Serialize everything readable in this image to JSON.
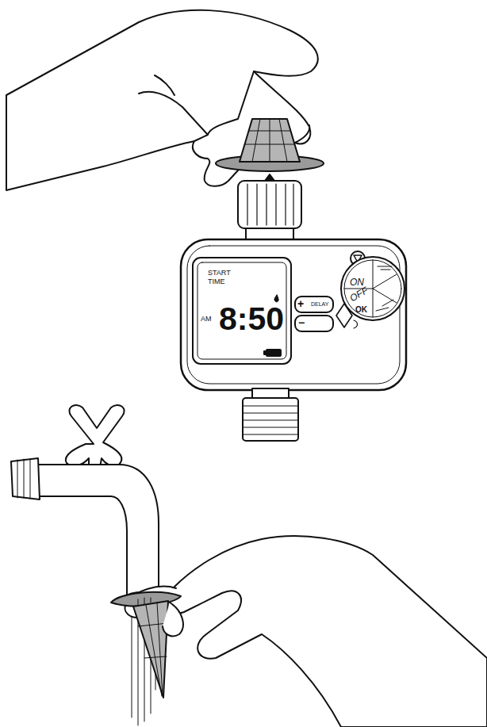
{
  "diagram": {
    "labels": [
      "START",
      "TIME",
      "AM",
      "8:50",
      "ON",
      "OFF",
      "+",
      "DELAY",
      "−",
      "OK"
    ]
  }
}
